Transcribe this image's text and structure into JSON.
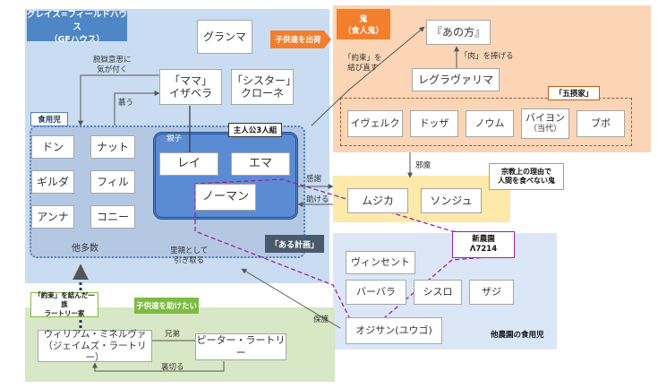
{
  "gf": {
    "title": "グレイス=フィールドハウス",
    "subtitle": "（GFハウス）",
    "grandma": "グランマ",
    "mama_line1": "「ママ」",
    "mama_line2": "イザベラ",
    "sister_line1": "「シスター」",
    "sister_line2": "クローネ",
    "foodchildren_label": "食用児",
    "children": [
      "ドン",
      "ナット",
      "ギルダ",
      "フィル",
      "アンナ",
      "コニー"
    ],
    "others": "他多数",
    "protagonists_label": "主人公3人組",
    "rei": "レイ",
    "emma": "エマ",
    "norman": "ノーマン"
  },
  "demons": {
    "title_line1": "鬼",
    "title_line2": "（食人鬼）",
    "ano_kata": "『あの方』",
    "legravalima": "レグラヴァリマ",
    "gosetsuke_label": "「五摂家」",
    "gosetsuke": [
      "イヴェルク",
      "ドッザ",
      "ノウム",
      "バイヨン",
      "ブボ"
    ],
    "bayon_note": "（当代）"
  },
  "non_eating": {
    "label_line1": "宗教上の理由で",
    "label_line2": "人間を食べない鬼",
    "musica": "ムジカ",
    "sonju": "ソンジュ"
  },
  "farm": {
    "title_line1": "新農園",
    "title_line2": "Λ7214",
    "other_label": "他農園の食用児",
    "vincent": "ヴィンセント",
    "barbara": "バーバラ",
    "cisro": "シスロ",
    "zazie": "ザジ",
    "ojisan": "オジサン(ユウゴ)"
  },
  "ratri": {
    "label_line1": "「約束」を結んだ一族",
    "label_line2": "ラートリー家",
    "helper_label": "子供達を助けたい",
    "william_line1": "ウィリアム・ミネルヴァ",
    "william_line2": "（ジェイムズ・ラートリー）",
    "peter": "ピーター・ラートリー"
  },
  "callouts": {
    "shukka": "子供達を出荷",
    "aru_keikaku": "「ある計画」"
  },
  "relations": {
    "setsumei_line1": "脱獄意思に",
    "setsumei_line2": "気が付く",
    "shitau": "慕う",
    "oyako": "親子",
    "yakusoku_line1": "「約束」を",
    "yakusoku_line2": "結び直す",
    "niku": "「肉」を捧げる",
    "jama": "邪魔",
    "kansha": "感謝",
    "tasukeru": "助ける",
    "satooya_line1": "里親として",
    "satooya_line2": "引き取る",
    "hogo": "保護",
    "kyodai": "兄弟",
    "uragiru": "裏切る"
  },
  "colors": {
    "gf_bg": "#c9dcf1",
    "demon_bg": "#fbd5b5",
    "noneating_bg": "#fde9a9",
    "farm_bg": "#dbe7f6",
    "ratri_bg": "#d8e7c5",
    "foodchild_bg": "#b5c8e3",
    "protag_bg": "#5b8bd2",
    "accent_orange": "#f37e2c",
    "accent_green": "#7dbb42",
    "dark_tag": "#4a5a6e",
    "purple": "#a21caf"
  }
}
